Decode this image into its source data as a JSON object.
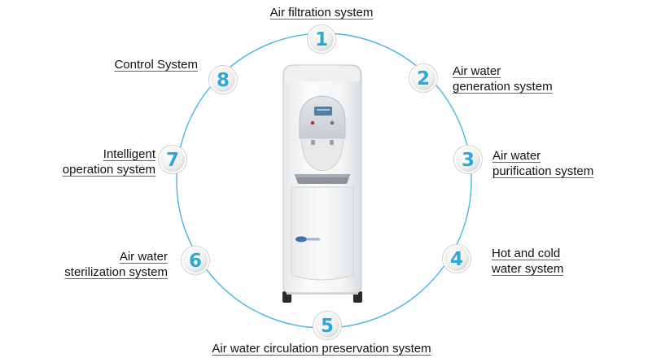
{
  "colors": {
    "ring": "#47b7e1",
    "digit": "#2aa8dc",
    "badge_fill": "#f2f2f2",
    "badge_edge": "#cfcfcf",
    "appliance_body": "#f4f5f6",
    "panel": "#d7dadd",
    "screen": "#4f7ea8"
  },
  "device": {
    "name": "air-to-water dispenser",
    "logo_icon": "brand-logo-icon"
  },
  "systems": [
    {
      "number": "1",
      "lines": [
        "Air filtration system"
      ]
    },
    {
      "number": "2",
      "lines": [
        "Air water",
        "generation system"
      ]
    },
    {
      "number": "3",
      "lines": [
        "Air water",
        "purification system"
      ]
    },
    {
      "number": "4",
      "lines": [
        "Hot and cold",
        "water system"
      ]
    },
    {
      "number": "5",
      "lines": [
        "Air water circulation preservation system"
      ]
    },
    {
      "number": "6",
      "lines": [
        "Air water",
        "sterilization system"
      ]
    },
    {
      "number": "7",
      "lines": [
        "Intelligent",
        "operation system"
      ]
    },
    {
      "number": "8",
      "lines": [
        "Control System"
      ]
    }
  ]
}
